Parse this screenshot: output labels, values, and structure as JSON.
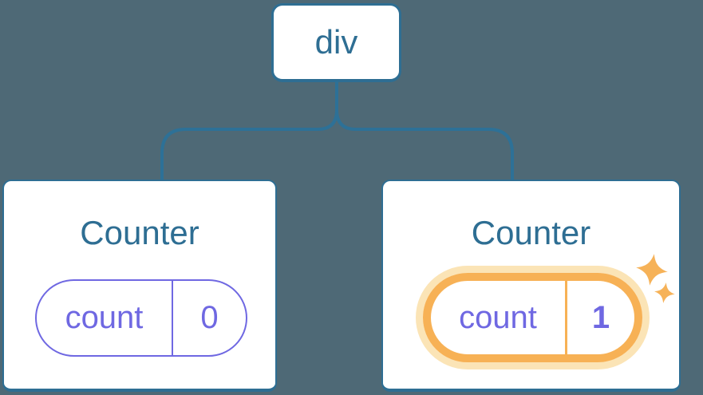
{
  "colors": {
    "background": "#4E6976",
    "node_blue": "#2E6E93",
    "connector_blue": "#2D7197",
    "state_purple": "#6F68E2",
    "highlight_orange": "#F7B155",
    "highlight_glow": "#FBE4B6",
    "sparkle_orange": "#F6B258",
    "card_background": "#FFFFFF"
  },
  "tree": {
    "root": {
      "label": "div"
    },
    "children": [
      {
        "title": "Counter",
        "state": {
          "key": "count",
          "value": "0"
        },
        "highlighted": false
      },
      {
        "title": "Counter",
        "state": {
          "key": "count",
          "value": "1"
        },
        "highlighted": true,
        "icons": [
          "sparkle-large-icon",
          "sparkle-small-icon"
        ]
      }
    ]
  }
}
